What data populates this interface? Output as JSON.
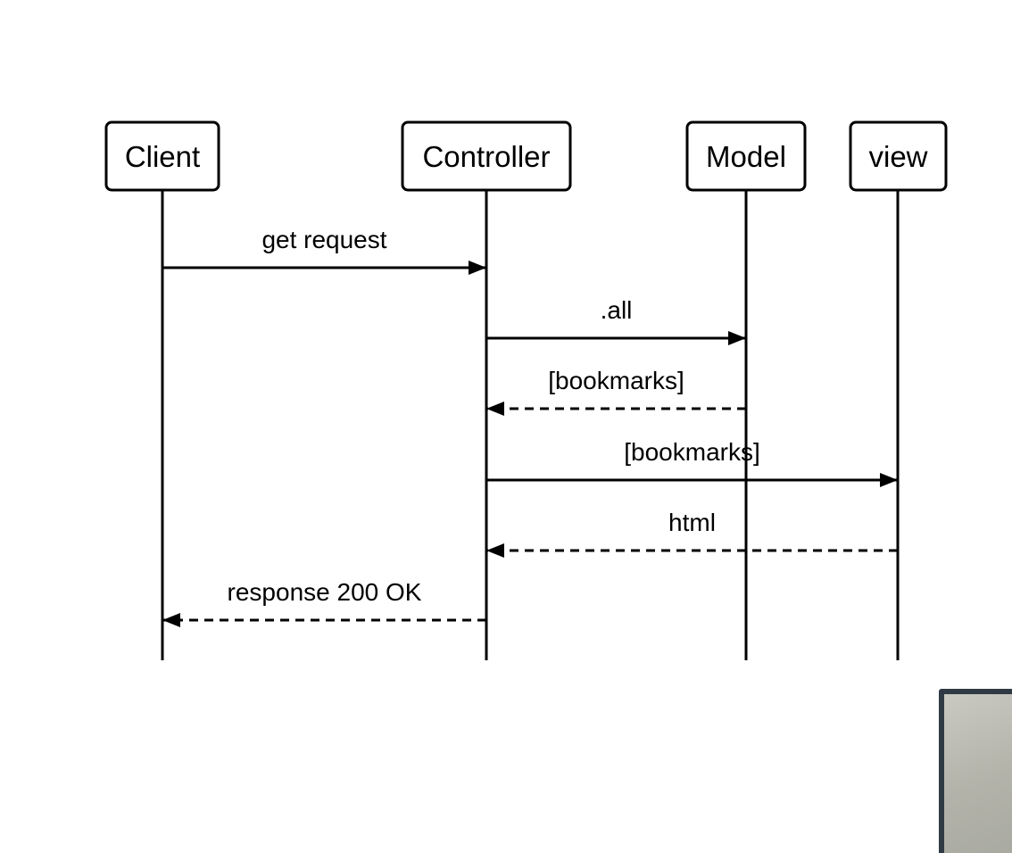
{
  "diagram": {
    "participants": [
      {
        "id": "client",
        "label": "Client"
      },
      {
        "id": "controller",
        "label": "Controller"
      },
      {
        "id": "model",
        "label": "Model"
      },
      {
        "id": "view",
        "label": "view"
      }
    ],
    "messages": [
      {
        "from": "client",
        "to": "controller",
        "label": "get request",
        "style": "solid"
      },
      {
        "from": "controller",
        "to": "model",
        "label": ".all",
        "style": "solid"
      },
      {
        "from": "model",
        "to": "controller",
        "label": "[bookmarks]",
        "style": "dashed"
      },
      {
        "from": "controller",
        "to": "view",
        "label": "[bookmarks]",
        "style": "solid"
      },
      {
        "from": "view",
        "to": "controller",
        "label": "html",
        "style": "dashed"
      },
      {
        "from": "controller",
        "to": "client",
        "label": "response 200 OK",
        "style": "dashed"
      }
    ]
  },
  "colors": {
    "stroke": "#000000",
    "background": "#ffffff",
    "thumbnail_frame": "#2f3a45"
  }
}
